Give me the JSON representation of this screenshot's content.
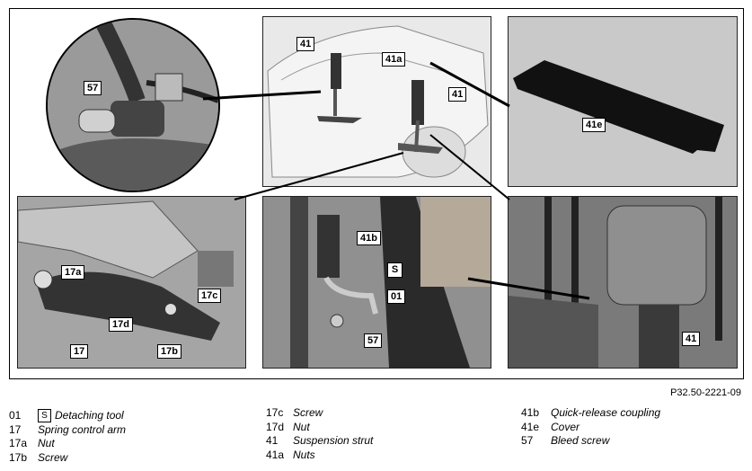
{
  "figure_ref": "P32.50-2221-09",
  "tool_symbol": "S",
  "callouts": {
    "c57": "57",
    "c41_top": "41",
    "c41a": "41a",
    "c41_right": "41",
    "c41e": "41e",
    "c17a": "17a",
    "c17c": "17c",
    "c17d": "17d",
    "c17": "17",
    "c17b": "17b",
    "c41b": "41b",
    "c01": "01",
    "c57b": "57",
    "c41_strut": "41"
  },
  "legend": [
    [
      {
        "code": "01",
        "text": "Detaching tool",
        "tool": true
      },
      {
        "code": "17",
        "text": "Spring control arm"
      },
      {
        "code": "17a",
        "text": "Nut"
      },
      {
        "code": "17b",
        "text": "Screw"
      }
    ],
    [
      {
        "code": "17c",
        "text": "Screw"
      },
      {
        "code": "17d",
        "text": "Nut"
      },
      {
        "code": "41",
        "text": "Suspension strut"
      },
      {
        "code": "41a",
        "text": "Nuts"
      }
    ],
    [
      {
        "code": "41b",
        "text": "Quick-release coupling"
      },
      {
        "code": "41e",
        "text": "Cover"
      },
      {
        "code": "57",
        "text": "Bleed screw"
      }
    ]
  ]
}
